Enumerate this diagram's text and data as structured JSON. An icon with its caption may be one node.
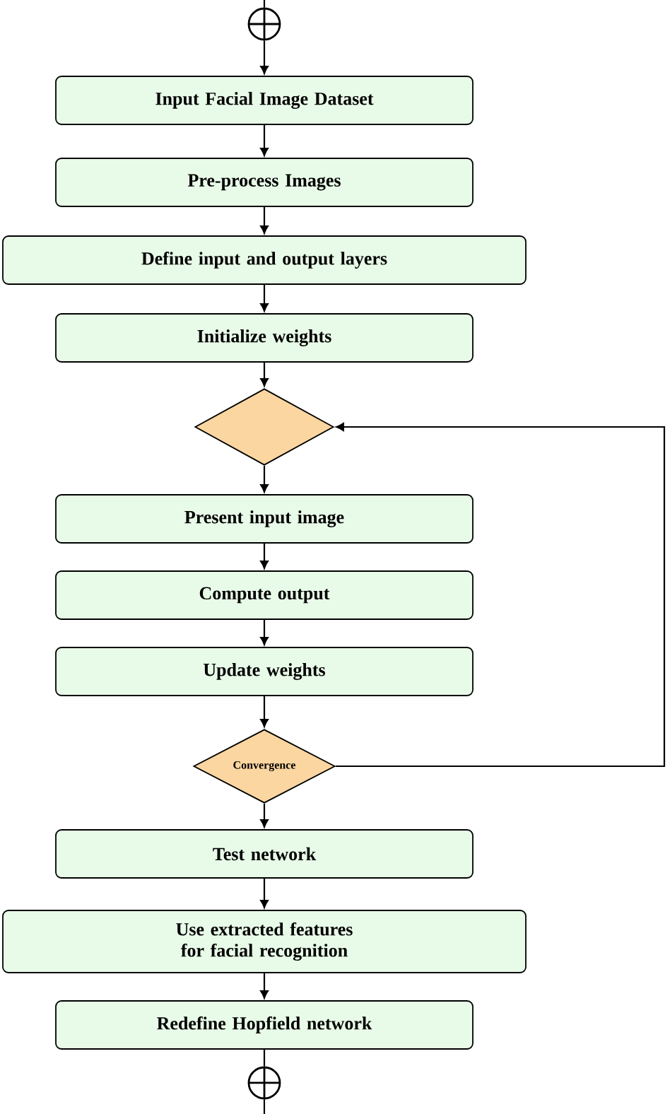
{
  "diagram": {
    "nodes": [
      {
        "text": [],
        "shape": "circle"
      },
      {
        "text": [
          "Input Facial Image Dataset"
        ]
      },
      {
        "text": [
          "Pre-process Images"
        ]
      },
      {
        "text": [
          "Define input and output layers"
        ]
      },
      {
        "text": [
          "Initialize weights"
        ]
      },
      {
        "text": [],
        "shape": "diamond"
      },
      {
        "text": [
          "Present input image"
        ]
      },
      {
        "text": [
          "Compute output"
        ]
      },
      {
        "text": [
          "Update weights"
        ]
      },
      {
        "text": [
          "Convergence"
        ]
      },
      {
        "text": [
          "Test network"
        ]
      },
      {
        "text": [
          "Use extracted features for facial recognition"
        ]
      },
      {
        "text": [
          "Redefine Hopfield network"
        ]
      },
      {
        "text": [],
        "shape": "circle"
      }
    ],
    "edges": [
      {
        "from": null,
        "to": 0,
        "arrow": "none"
      },
      {
        "from": 0,
        "to": 1,
        "arrow": "to"
      },
      {
        "from": 1,
        "to": 2,
        "arrow": "to"
      },
      {
        "from": 2,
        "to": 3,
        "arrow": "to"
      },
      {
        "from": 3,
        "to": 4,
        "arrow": "to"
      },
      {
        "from": 4,
        "to": 5,
        "arrow": "to"
      },
      {
        "from": 5,
        "to": 6,
        "arrow": "to"
      },
      {
        "from": 6,
        "to": 7,
        "arrow": "to"
      },
      {
        "from": 7,
        "to": 8,
        "arrow": "to"
      },
      {
        "from": 8,
        "to": 9,
        "arrow": "to"
      },
      {
        "from": 9,
        "to": 5,
        "arrow": "to"
      },
      {
        "from": 9,
        "to": 10,
        "arrow": "to"
      },
      {
        "from": 10,
        "to": 11,
        "arrow": "to"
      },
      {
        "from": 11,
        "to": 12,
        "arrow": "to"
      },
      {
        "from": 12,
        "to": 13,
        "arrow": "none"
      },
      {
        "from": 13,
        "to": null,
        "arrow": "none"
      }
    ]
  }
}
